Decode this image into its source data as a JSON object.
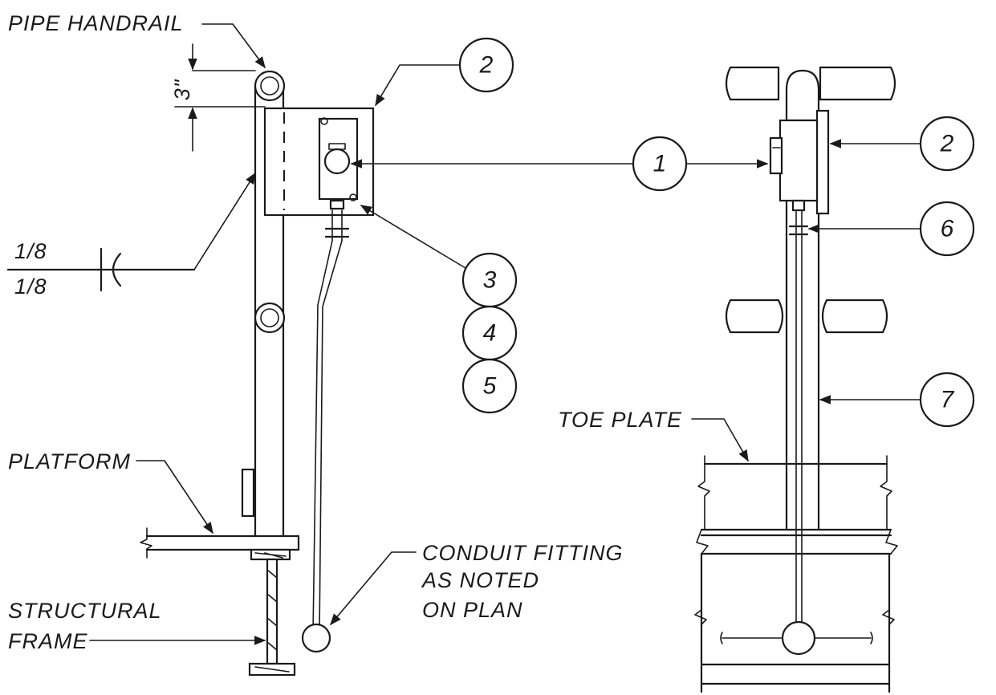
{
  "labels": {
    "pipe_handrail": "PIPE HANDRAIL",
    "dimension_3in": "3\"",
    "weld_top": "1/8",
    "weld_bottom": "1/8",
    "platform": "PLATFORM",
    "structural_line1": "STRUCTURAL",
    "structural_line2": "FRAME",
    "conduit_line1": "CONDUIT FITTING",
    "conduit_line2": "AS NOTED",
    "conduit_line3": "ON PLAN",
    "toe_plate": "TOE PLATE"
  },
  "callouts": {
    "c1": "1",
    "c2_left": "2",
    "c2_right": "2",
    "c3": "3",
    "c4": "4",
    "c5": "5",
    "c6": "6",
    "c7": "7"
  }
}
